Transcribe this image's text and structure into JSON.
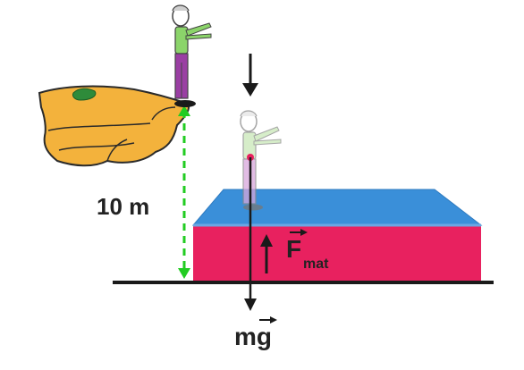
{
  "labels": {
    "height": "10 m",
    "force_mat_main": "F",
    "force_mat_sub": "mat",
    "weight": "mg"
  },
  "colors": {
    "cliff": "#f3b23c",
    "cliff_outline": "#2a2a2a",
    "moss": "#2e8b3a",
    "mat_top": "#3a8fd9",
    "mat_side": "#e8215f",
    "height_arrow": "#22cc22",
    "shirt": "#8bd46a",
    "pants": "#9a3fa3",
    "arrow": "#1a1a1a"
  },
  "icons": {
    "jumper_top": "person-standing-arms-out",
    "jumper_bottom": "person-faded-landing",
    "fall_direction": "down-arrow"
  }
}
